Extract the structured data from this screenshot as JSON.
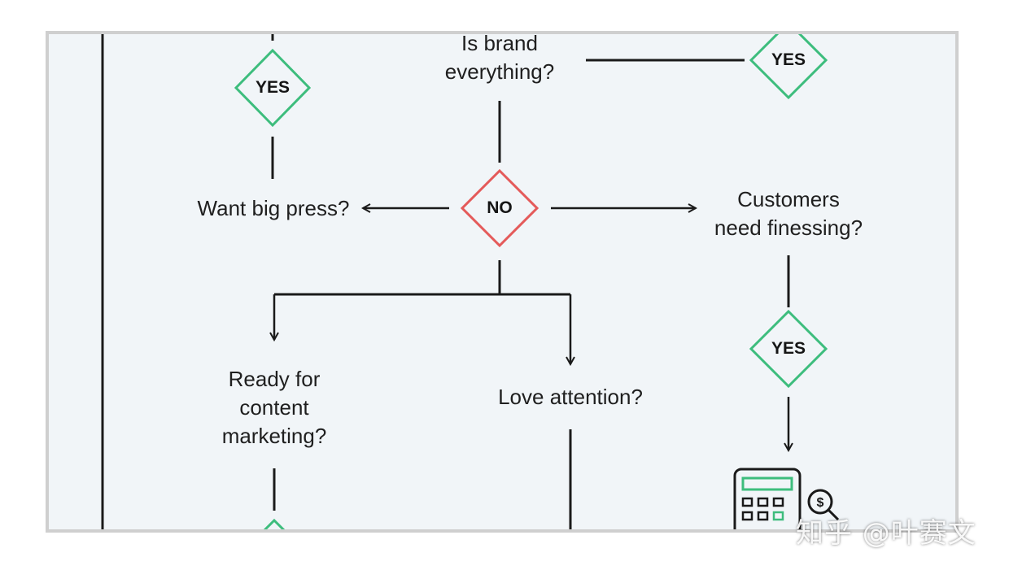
{
  "diagram": {
    "questions": {
      "is_brand_everything": "Is brand\neverything?",
      "want_big_press": "Want big press?",
      "customers_need_finessing": "Customers\nneed finessing?",
      "ready_for_content_marketing": "Ready for\ncontent\nmarketing?",
      "love_attention": "Love attention?"
    },
    "badges": {
      "yes_top_left": "YES",
      "yes_top_right": "YES",
      "no_center": "NO",
      "yes_right": "YES"
    },
    "colors": {
      "yes": "#3dbd7d",
      "no": "#e45a5a",
      "line": "#1a1a1a",
      "panel": "#f1f5f8",
      "frame_border": "#cfcfcf",
      "calculator_screen": "#3dbd7d"
    },
    "icons": [
      "calculator-icon",
      "magnifier-dollar-icon"
    ]
  },
  "watermark": {
    "text": "知乎 @叶赛文"
  }
}
